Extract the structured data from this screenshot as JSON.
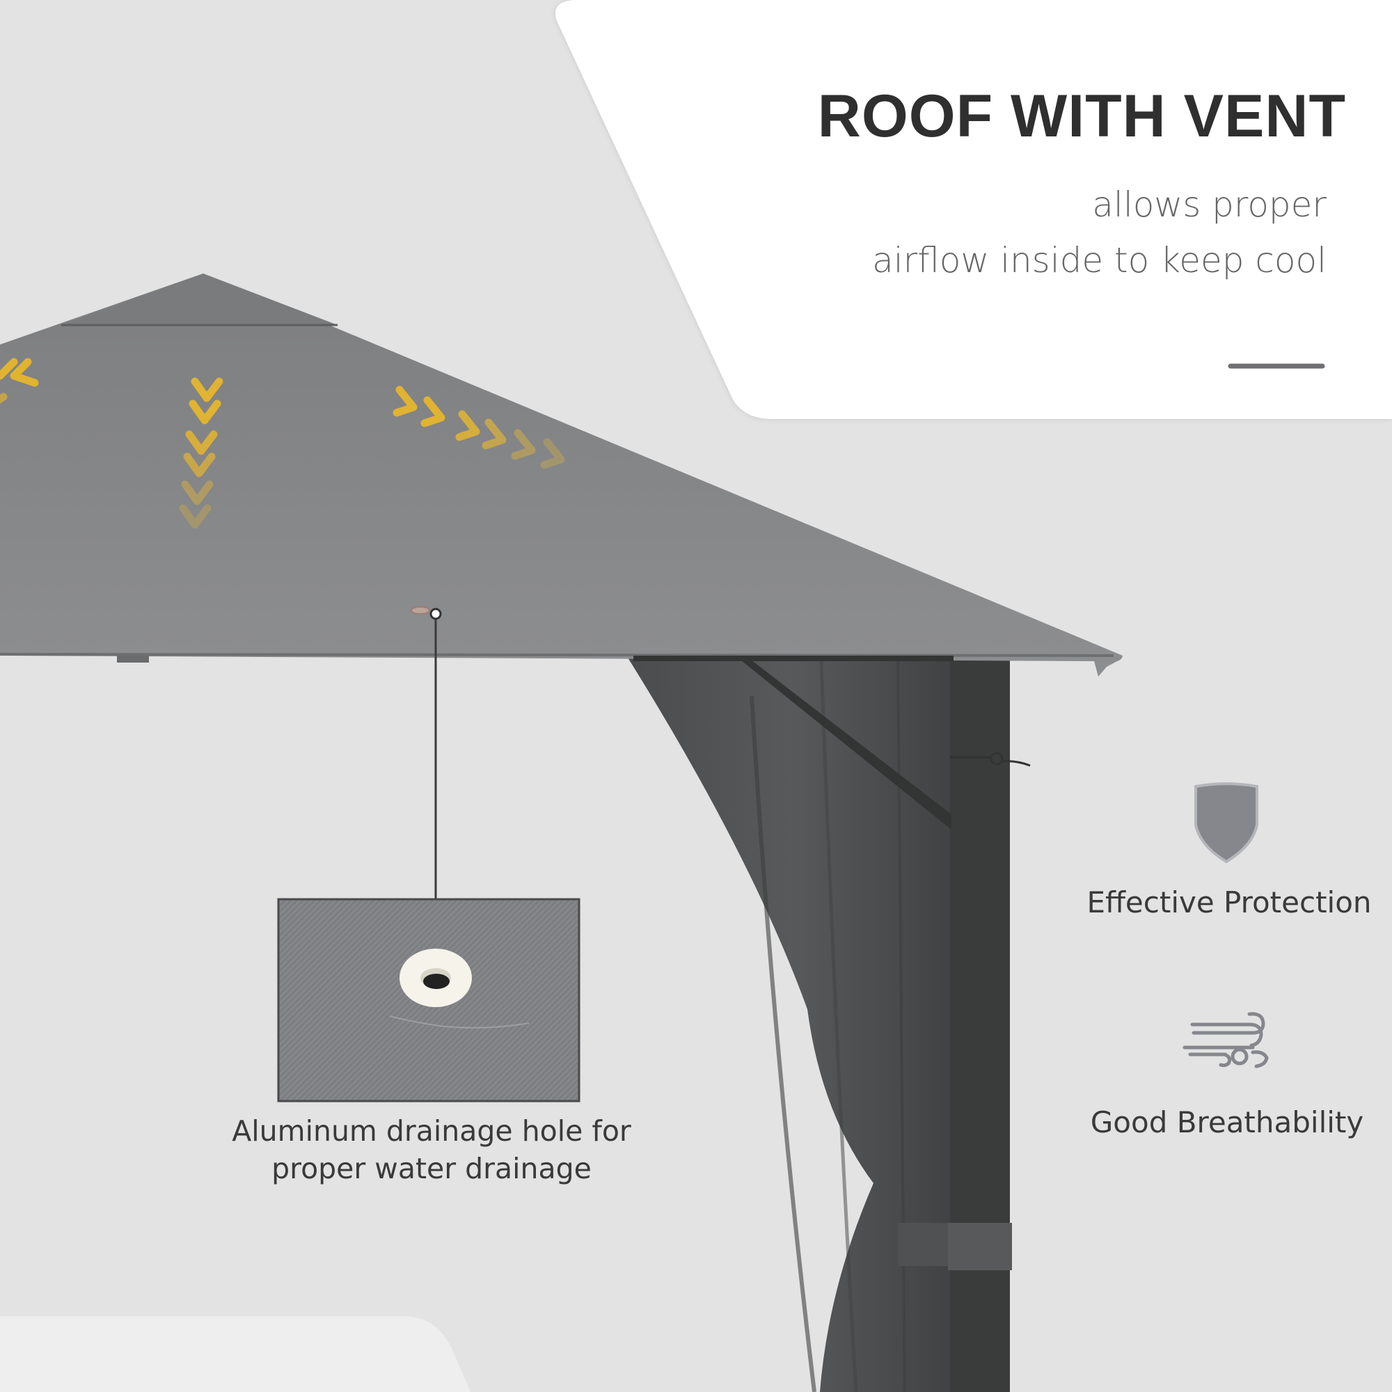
{
  "header": {
    "title": "ROOF WITH VENT",
    "subtitle_line1": "allows proper",
    "subtitle_line2": "airflow inside to keep cool"
  },
  "callout": {
    "caption_line1": "Aluminum drainage hole for",
    "caption_line2": "proper water drainage"
  },
  "features": [
    {
      "icon": "shield-icon",
      "label": "Effective Protection"
    },
    {
      "icon": "wind-icon",
      "label": "Good Breathability"
    }
  ],
  "colors": {
    "background": "#e3e3e3",
    "card": "#ffffff",
    "roof": "#8a8b8d",
    "frame": "#3a3c3b",
    "curtain": "#4e5052",
    "arrow_accent": "#e0b331",
    "title_text": "#2f2f2f",
    "body_text": "#666666",
    "icon_gray": "#86878c"
  }
}
